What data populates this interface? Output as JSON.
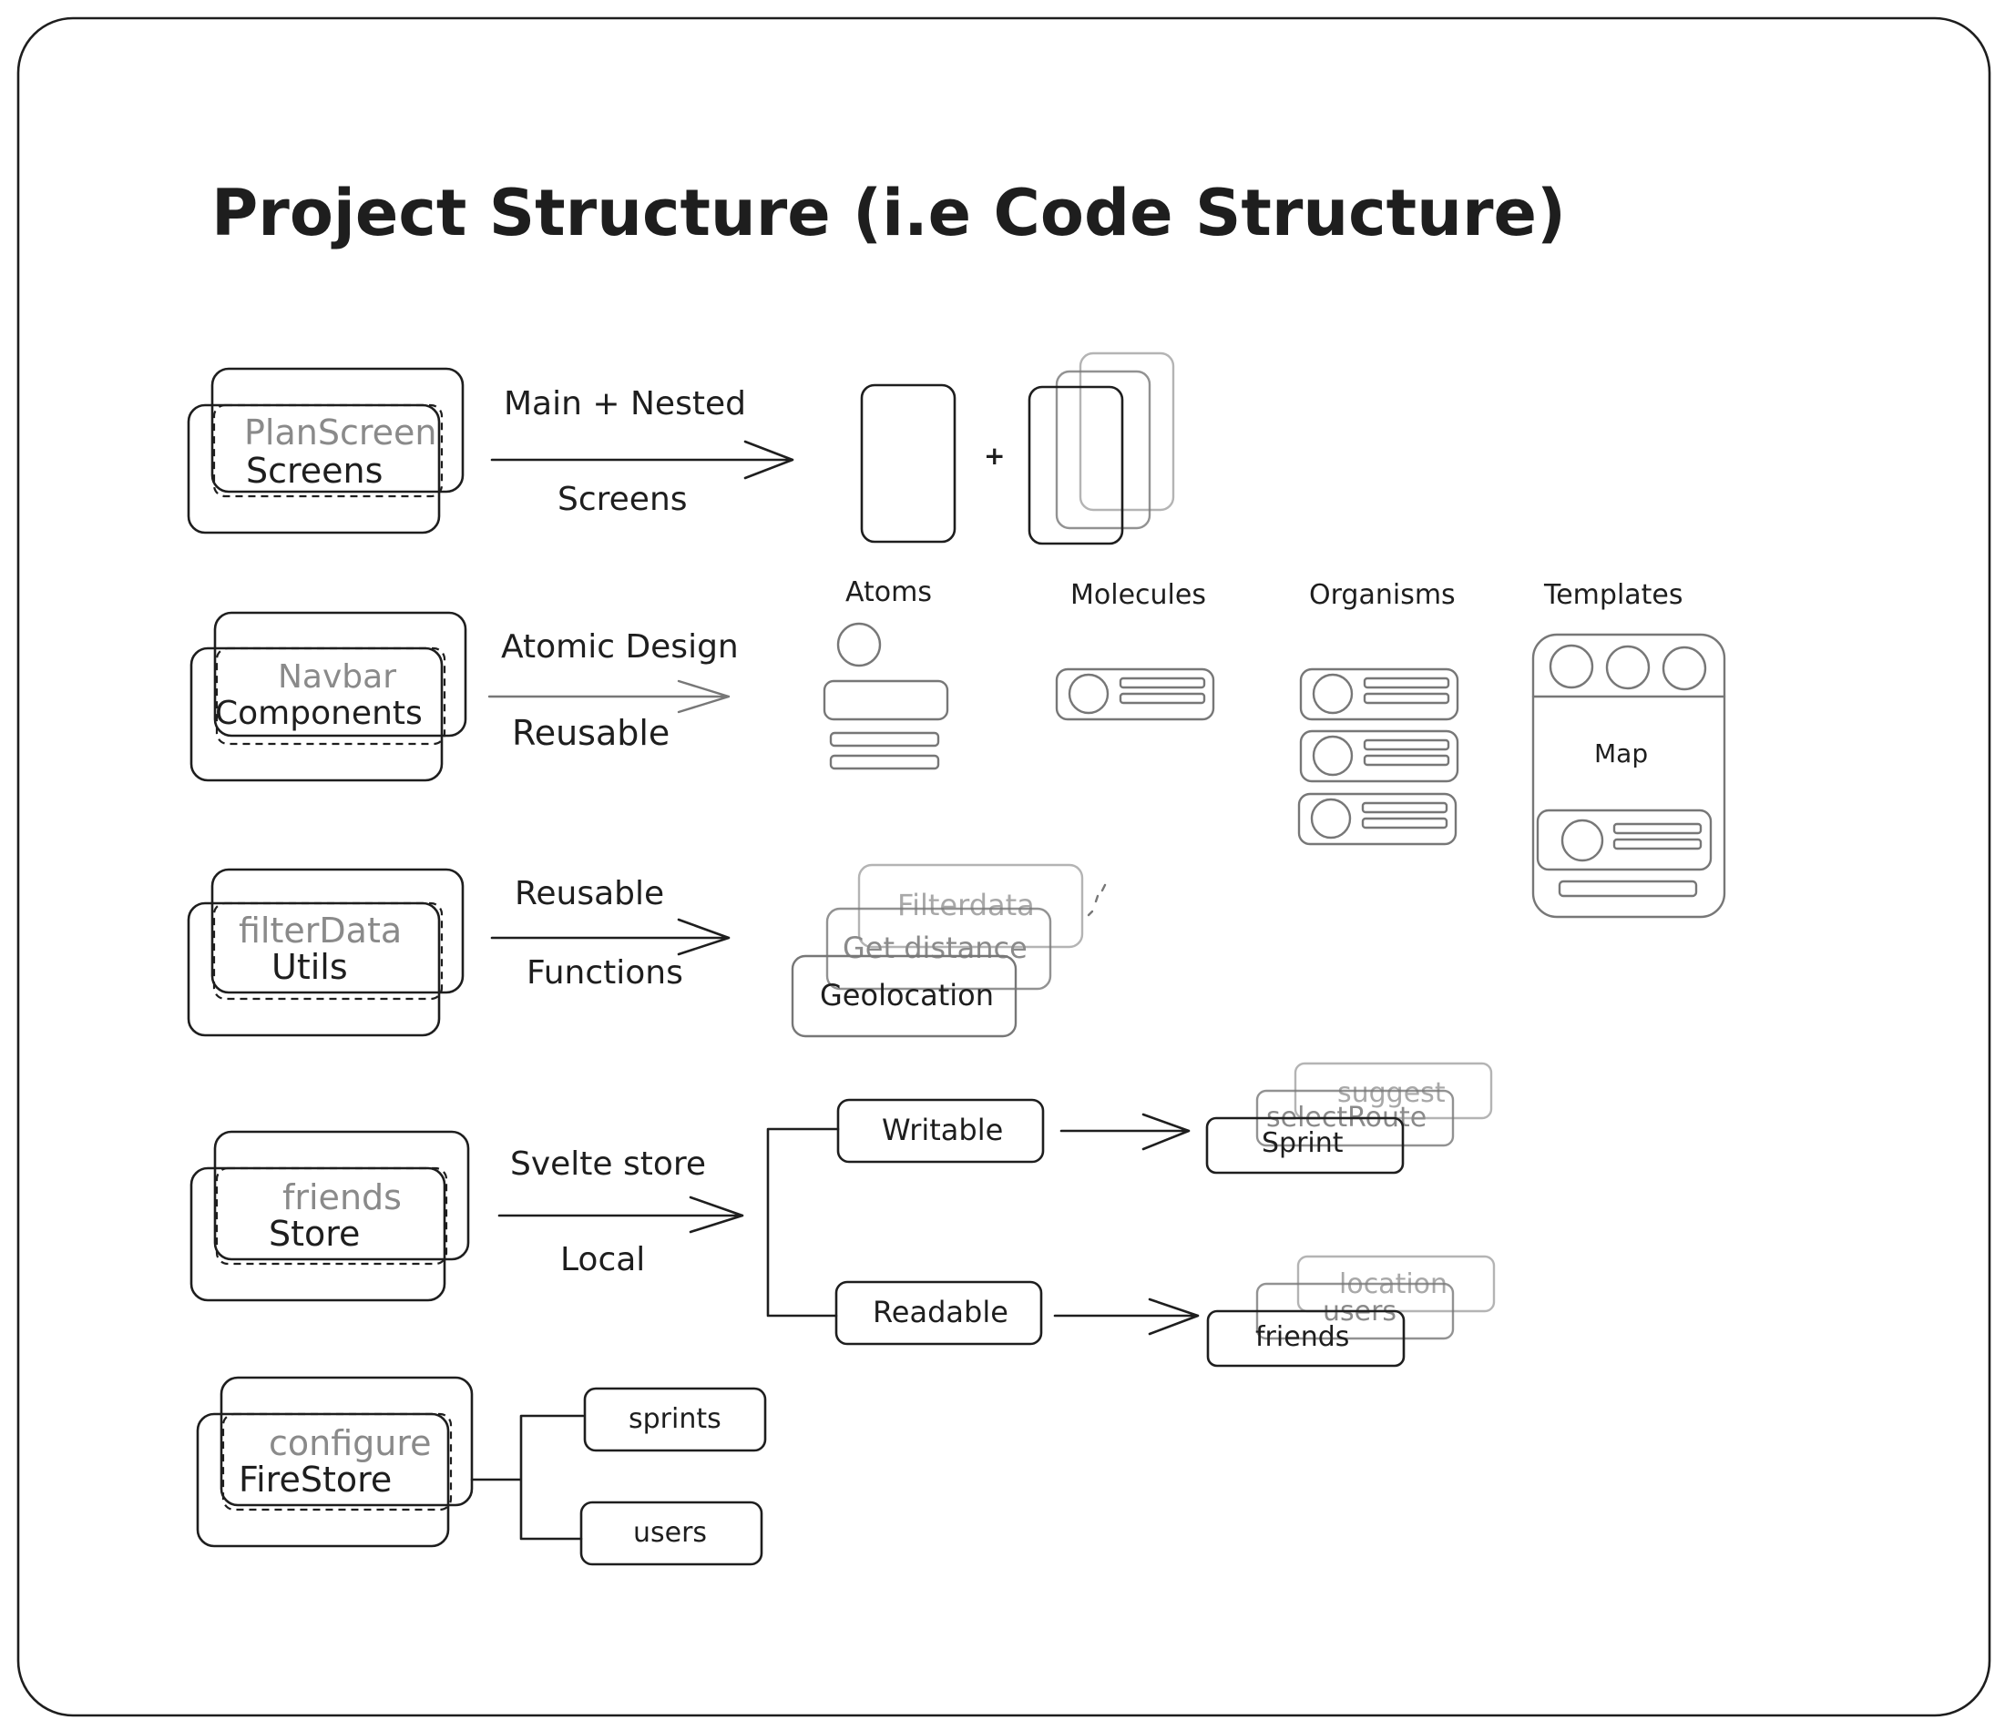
{
  "title": "Project Structure (i.e Code Structure)",
  "rows": {
    "screens": {
      "back_label": "PlanScreen",
      "front_label": "Screens",
      "arrow_top": "Main + Nested",
      "arrow_bottom": "Screens",
      "plus": "+"
    },
    "components": {
      "back_label": "Navbar",
      "front_label": "Components",
      "arrow_top": "Atomic Design",
      "arrow_bottom": "Reusable",
      "atoms": "Atoms",
      "molecules": "Molecules",
      "organisms": "Organisms",
      "templates": "Templates",
      "map": "Map"
    },
    "utils": {
      "back_label": "filterData",
      "front_label": "Utils",
      "arrow_top": "Reusable",
      "arrow_bottom": "Functions",
      "stack": [
        "Filterdata",
        "Get distance",
        "Geolocation"
      ]
    },
    "store": {
      "back_label": "friends",
      "front_label": "Store",
      "arrow_top": "Svelte store",
      "arrow_bottom": "Local",
      "writable": "Writable",
      "readable": "Readable",
      "writable_stack": [
        "suggest",
        "selectRoute",
        "Sprint"
      ],
      "readable_stack": [
        "location",
        "users",
        "friends"
      ]
    },
    "firestore": {
      "back_label": "configure",
      "front_label": "FireStore",
      "collections": [
        "sprints",
        "users"
      ]
    }
  },
  "colors": {
    "stroke": "#1e1e1e",
    "fill_blue": "#a5d8ff",
    "fill_green": "#b2f2bb",
    "fill_pink": "#ffc9c9"
  }
}
